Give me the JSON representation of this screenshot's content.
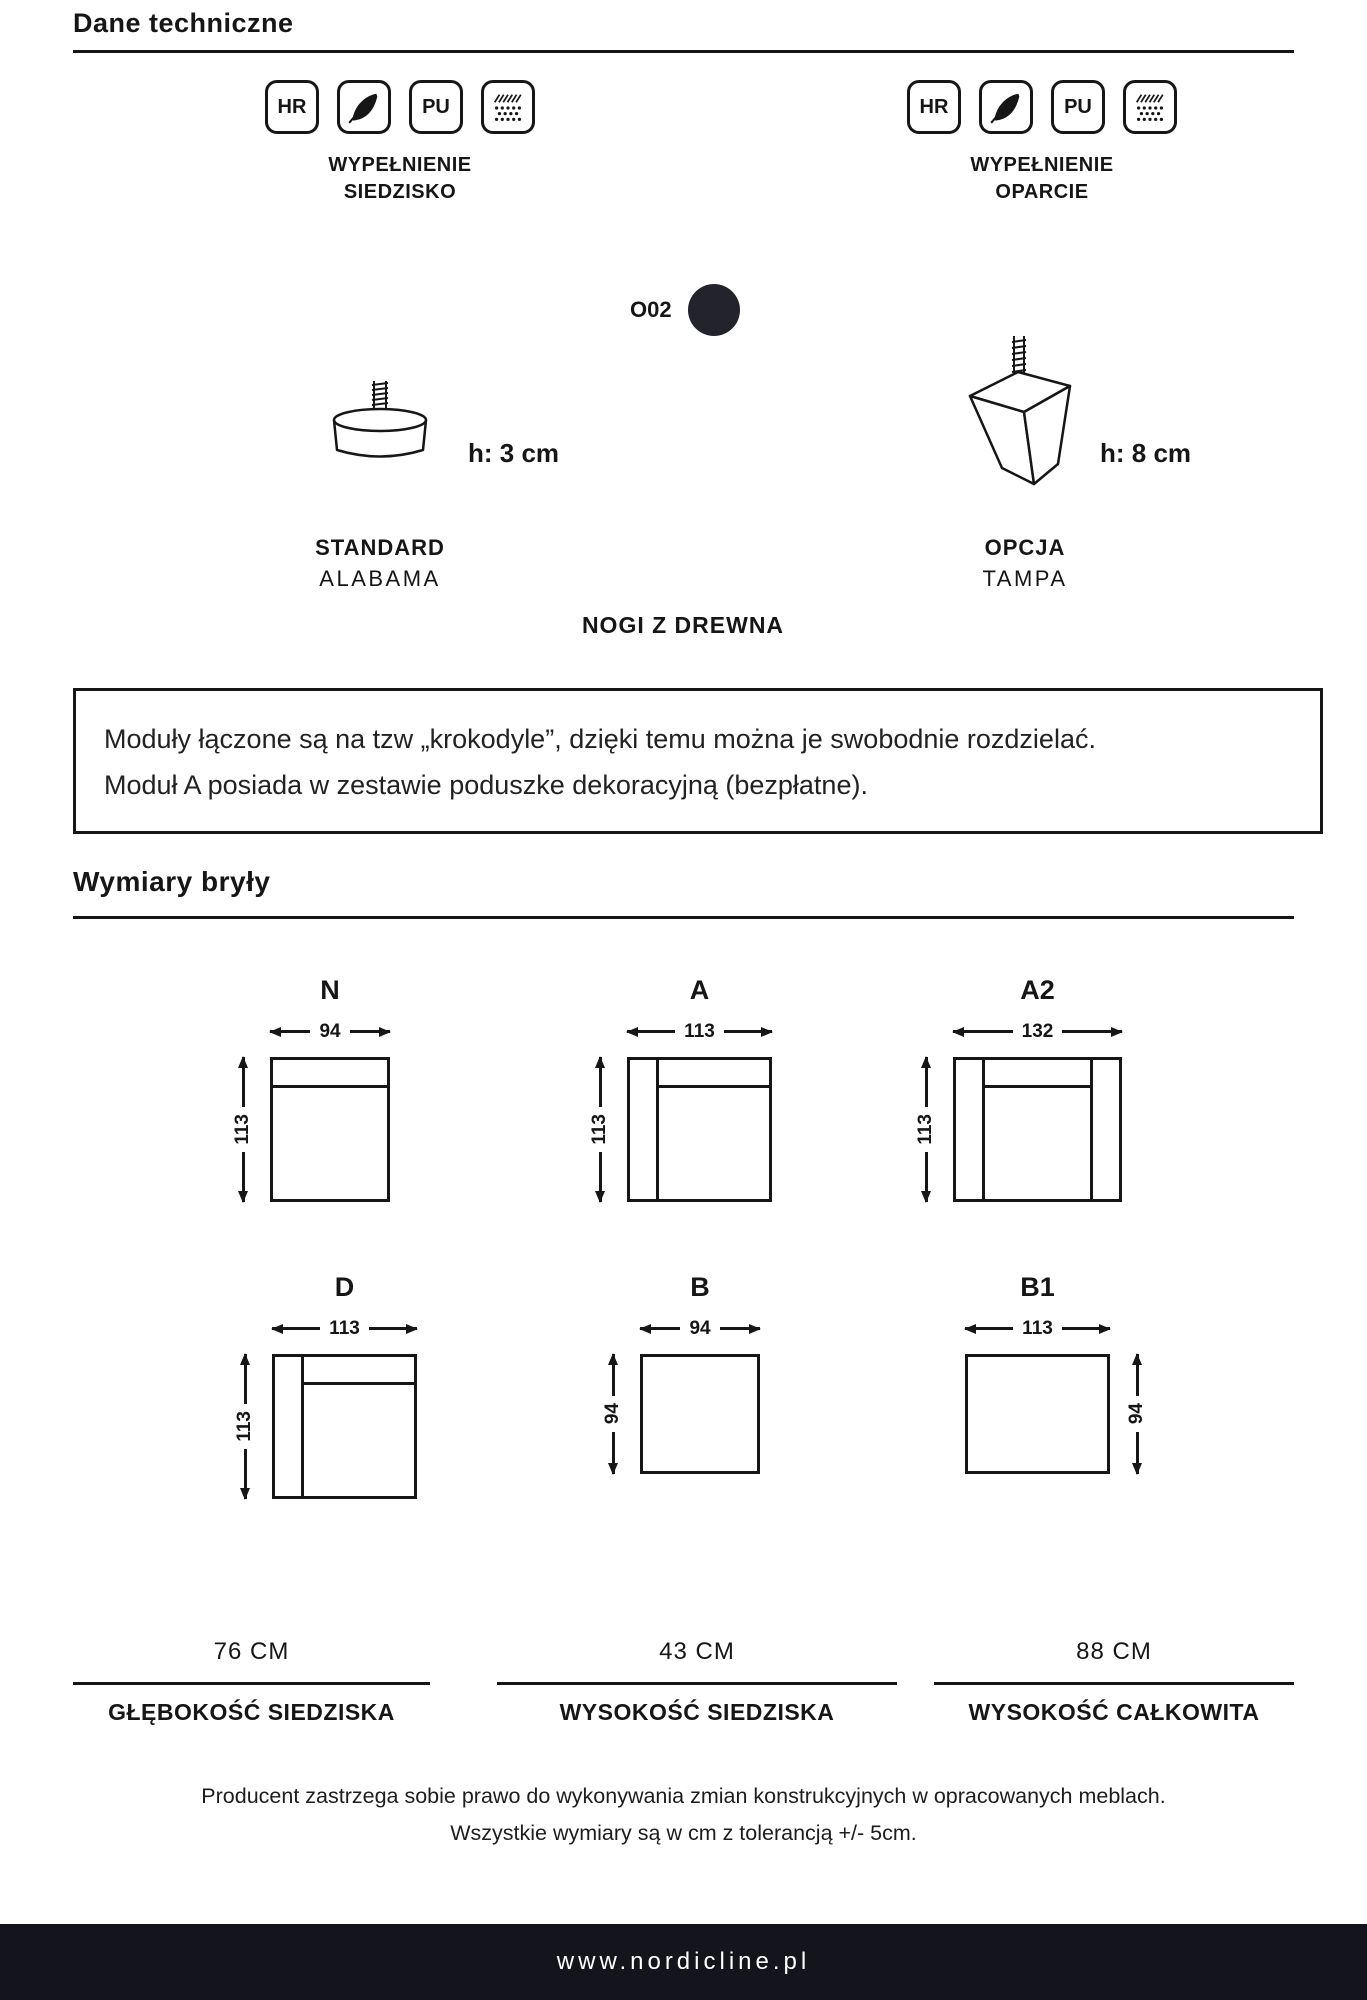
{
  "page": {
    "title": "Dane techniczne"
  },
  "filling": {
    "icons": {
      "hr": "HR",
      "pu": "PU"
    },
    "seat": {
      "line1": "WYPEŁNIENIE",
      "line2": "SIEDZISKO"
    },
    "back": {
      "line1": "WYPEŁNIENIE",
      "line2": "OPARCIE"
    }
  },
  "swatch": {
    "code": "O02",
    "color": "#23232e"
  },
  "legs": {
    "caption": "NOGI Z DREWNA",
    "standard": {
      "height": "h: 3 cm",
      "type": "STANDARD",
      "name": "ALABAMA"
    },
    "option": {
      "height": "h: 8 cm",
      "type": "OPCJA",
      "name": "TAMPA"
    }
  },
  "info_box": {
    "line1": "Moduły łączone są na tzw „krokodyle”, dzięki temu można je swobodnie rozdzielać.",
    "line2": "Moduł A posiada w zestawie poduszke dekoracyjną (bezpłatne)."
  },
  "dimensions": {
    "section_title": "Wymiary bryły",
    "modules": [
      {
        "id": "N",
        "width": "94",
        "height": "113"
      },
      {
        "id": "A",
        "width": "113",
        "height": "113"
      },
      {
        "id": "A2",
        "width": "132",
        "height": "113"
      },
      {
        "id": "D",
        "width": "113",
        "height": "113"
      },
      {
        "id": "B",
        "width": "94",
        "height": "94"
      },
      {
        "id": "B1",
        "width": "113",
        "height": "94"
      }
    ],
    "stats": [
      {
        "value": "76 CM",
        "label": "GŁĘBOKOŚĆ SIEDZISKA"
      },
      {
        "value": "43 CM",
        "label": "WYSOKOŚĆ SIEDZISKA"
      },
      {
        "value": "88 CM",
        "label": "WYSOKOŚĆ CAŁKOWITA"
      }
    ]
  },
  "disclaimer": {
    "line1": "Producent zastrzega sobie prawo do wykonywania zmian konstrukcyjnych w opracowanych meblach.",
    "line2": "Wszystkie wymiary są w cm z tolerancją +/- 5cm."
  },
  "footer": {
    "url": "www.nordicline.pl"
  }
}
